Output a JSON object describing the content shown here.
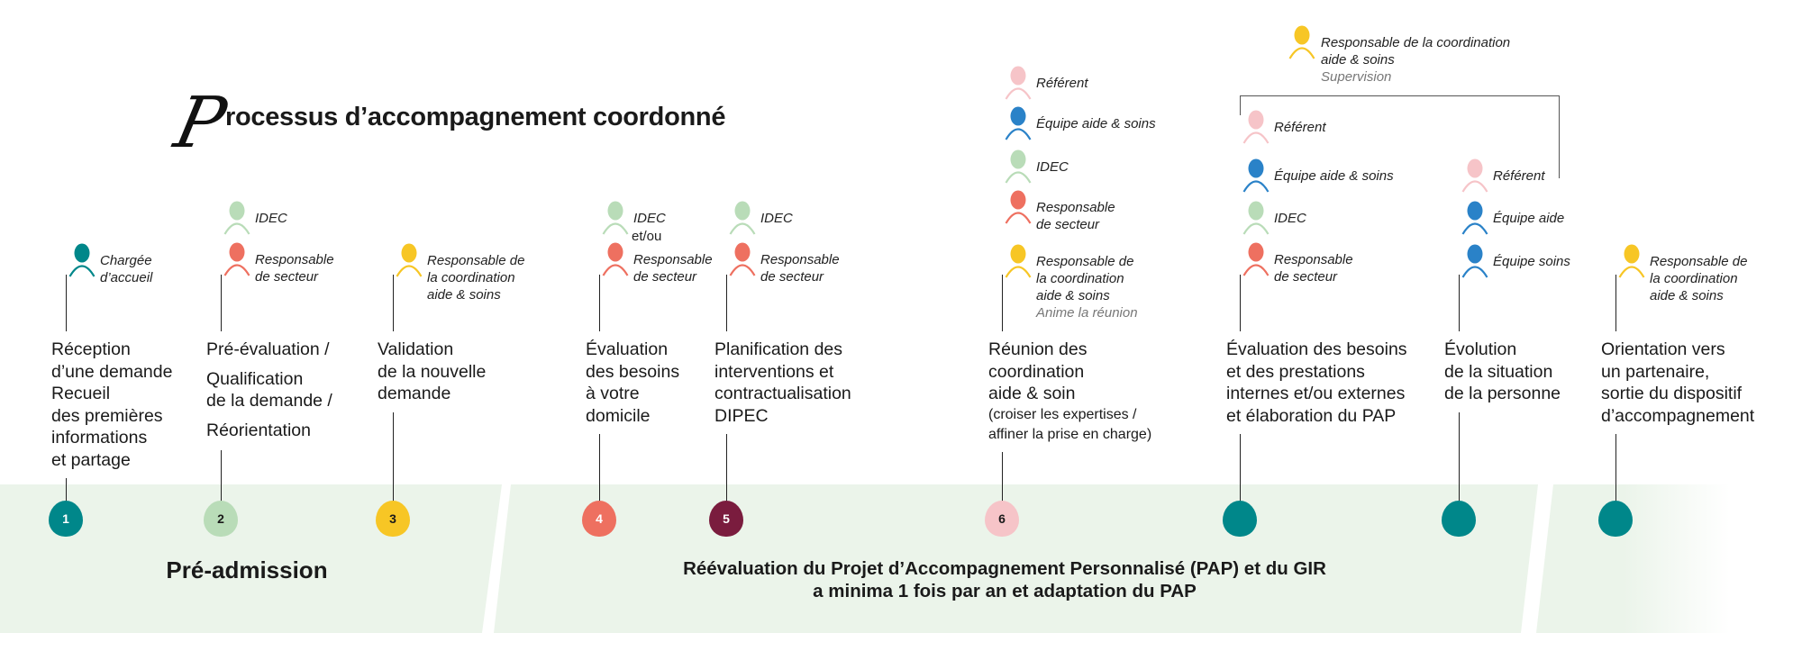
{
  "title": {
    "initial": "P",
    "rest": "rocessus d’accompagnement coordonné"
  },
  "colors": {
    "teal": "#00878a",
    "light_green": "#b9dcb8",
    "yellow": "#f7c625",
    "salmon": "#ee7060",
    "maroon": "#7a1c3e",
    "pink": "#f6c4c8",
    "blue": "#2a82c8",
    "band": "#ebf4ea"
  },
  "supervisor": {
    "label_lines": [
      "Responsable de la coordination",
      "aide & soins"
    ],
    "note": "Supervision",
    "color": "#f7c625"
  },
  "steps": [
    {
      "number": "1",
      "marker_color": "#00878a",
      "number_color": "#ffffff",
      "roles": [
        {
          "label_lines": [
            "Chargée",
            "d’accueil"
          ],
          "color": "#00878a"
        }
      ],
      "paragraphs": [
        [
          "Réception",
          "d’une demande",
          "Recueil",
          "des premières",
          "informations",
          "et partage"
        ]
      ]
    },
    {
      "number": "2",
      "marker_color": "#b9dcb8",
      "number_color": "#1a1a1a",
      "roles": [
        {
          "label_lines": [
            "IDEC"
          ],
          "color": "#b9dcb8"
        },
        {
          "label_lines": [
            "Responsable",
            "de secteur"
          ],
          "color": "#ee7060"
        }
      ],
      "paragraphs": [
        [
          "Pré-évaluation /"
        ],
        [
          "Qualification",
          "de la demande /"
        ],
        [
          "Réorientation"
        ]
      ]
    },
    {
      "number": "3",
      "marker_color": "#f7c625",
      "number_color": "#1a1a1a",
      "roles": [
        {
          "label_lines": [
            "Responsable de",
            "la coordination",
            "aide & soins"
          ],
          "color": "#f7c625"
        }
      ],
      "paragraphs": [
        [
          "Validation",
          "de la nouvelle",
          "demande"
        ]
      ]
    },
    {
      "number": "4",
      "marker_color": "#ee7060",
      "number_color": "#ffffff",
      "roles": [
        {
          "label_lines": [
            "IDEC"
          ],
          "color": "#b9dcb8"
        },
        {
          "label_lines": [
            "Responsable",
            "de secteur"
          ],
          "color": "#ee7060"
        }
      ],
      "connector": "et/ou",
      "paragraphs": [
        [
          "Évaluation",
          "des besoins",
          "à votre",
          "domicile"
        ]
      ]
    },
    {
      "number": "5",
      "marker_color": "#7a1c3e",
      "number_color": "#ffffff",
      "roles": [
        {
          "label_lines": [
            "IDEC"
          ],
          "color": "#b9dcb8"
        },
        {
          "label_lines": [
            "Responsable",
            "de secteur"
          ],
          "color": "#ee7060"
        }
      ],
      "paragraphs": [
        [
          "Planification des",
          "interventions et",
          "contractualisation",
          "DIPEC"
        ]
      ]
    },
    {
      "number": "6",
      "marker_color": "#f6c4c8",
      "number_color": "#1a1a1a",
      "roles": [
        {
          "label_lines": [
            "Référent"
          ],
          "color": "#f6c4c8"
        },
        {
          "label_lines": [
            "Équipe aide & soins"
          ],
          "color": "#2a82c8"
        },
        {
          "label_lines": [
            "IDEC"
          ],
          "color": "#b9dcb8"
        },
        {
          "label_lines": [
            "Responsable",
            "de secteur"
          ],
          "color": "#ee7060"
        },
        {
          "label_lines": [
            "Responsable de",
            "la coordination",
            "aide & soins"
          ],
          "note": "Anime la réunion",
          "color": "#f7c625"
        }
      ],
      "paragraphs": [
        [
          "Réunion des",
          "coordination",
          "aide & soin"
        ]
      ],
      "small_lines": [
        "(croiser les expertises /",
        "affiner la prise en charge)"
      ]
    },
    {
      "number": "",
      "marker_color": "#00878a",
      "number_color": "#ffffff",
      "roles": [
        {
          "label_lines": [
            "Référent"
          ],
          "color": "#f6c4c8"
        },
        {
          "label_lines": [
            "Équipe aide & soins"
          ],
          "color": "#2a82c8"
        },
        {
          "label_lines": [
            "IDEC"
          ],
          "color": "#b9dcb8"
        },
        {
          "label_lines": [
            "Responsable",
            "de secteur"
          ],
          "color": "#ee7060"
        }
      ],
      "paragraphs": [
        [
          "Évaluation des besoins",
          "et des prestations",
          "internes et/ou externes",
          "et élaboration du PAP"
        ]
      ]
    },
    {
      "number": "",
      "marker_color": "#00878a",
      "number_color": "#ffffff",
      "roles": [
        {
          "label_lines": [
            "Référent"
          ],
          "color": "#f6c4c8"
        },
        {
          "label_lines": [
            "Équipe aide"
          ],
          "color": "#2a82c8"
        },
        {
          "label_lines": [
            "Équipe soins"
          ],
          "color": "#2a82c8"
        }
      ],
      "paragraphs": [
        [
          "Évolution",
          "de la situation",
          "de la personne"
        ]
      ]
    },
    {
      "number": "",
      "marker_color": "#00878a",
      "number_color": "#ffffff",
      "roles": [
        {
          "label_lines": [
            "Responsable de",
            "la coordination",
            "aide & soins"
          ],
          "color": "#f7c625"
        }
      ],
      "paragraphs": [
        [
          "Orientation vers",
          "un partenaire,",
          "sortie du dispositif",
          "d’accompagnement"
        ]
      ]
    }
  ],
  "phases": {
    "pre_admission": "Pré-admission",
    "reevaluation_lines": [
      "Réévaluation du Projet d’Accompagnement Personnalisé (PAP) et du GIR",
      "a minima 1 fois par an et adaptation du PAP"
    ]
  }
}
